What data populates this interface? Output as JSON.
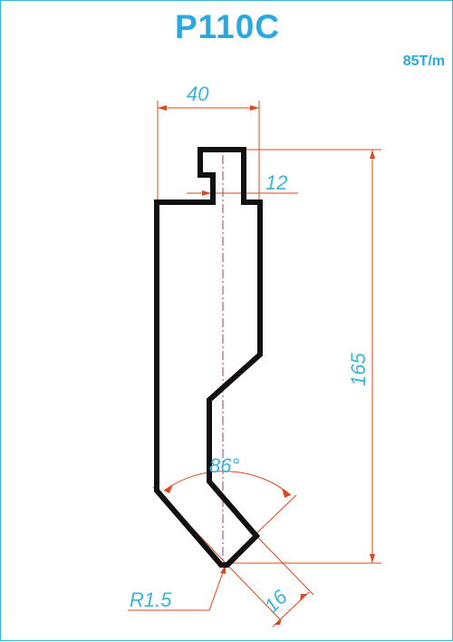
{
  "title": "P110C",
  "tonnage": "85T/m",
  "dimensions": {
    "width": "40",
    "tang": "12",
    "height": "165",
    "angle": "86°",
    "radius": "R1.5",
    "tip": "16"
  },
  "colors": {
    "title": "#29a9e0",
    "dimension_text": "#3bb4d8",
    "dimension_line": "#e0461f",
    "profile": "#111111",
    "centerline": "#b0307e",
    "frame": "#3bb4d8"
  }
}
